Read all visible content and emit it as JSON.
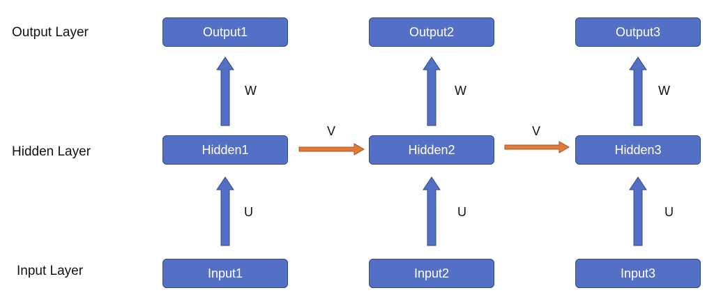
{
  "colors": {
    "node_fill": "#5470C6",
    "node_border": "#2F4A8F",
    "vertical_arrow": "#5470C6",
    "horizontal_arrow": "#E07B39"
  },
  "layer_labels": {
    "output": "Output Layer",
    "hidden": "Hidden Layer",
    "input": "Input Layer"
  },
  "columns": [
    {
      "output": "Output1",
      "hidden": "Hidden1",
      "input": "Input1",
      "w_label": "W",
      "u_label": "U"
    },
    {
      "output": "Output2",
      "hidden": "Hidden2",
      "input": "Input2",
      "w_label": "W",
      "u_label": "U"
    },
    {
      "output": "Output3",
      "hidden": "Hidden3",
      "input": "Input3",
      "w_label": "W",
      "u_label": "U"
    }
  ],
  "recurrent_edges": [
    {
      "label": "V"
    },
    {
      "label": "V"
    }
  ]
}
